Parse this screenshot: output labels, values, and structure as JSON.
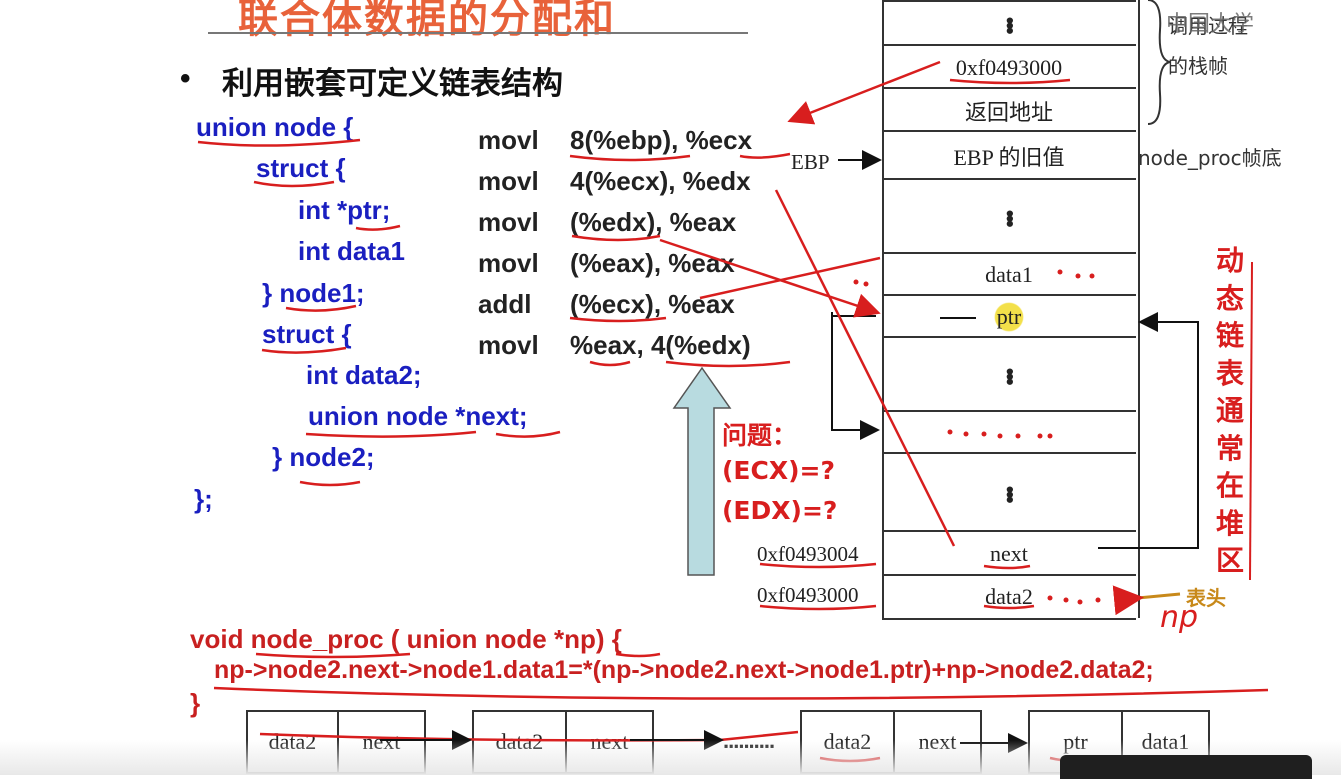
{
  "slide": {
    "title": "联合体数据的分配和",
    "bullet": "•",
    "subtitle": "利用嵌套可定义链表结构"
  },
  "code": {
    "lines": [
      "union node {",
      "struct {",
      "int *ptr;",
      "int data1",
      "} node1;",
      "struct {",
      "int data2;",
      "union node *next;",
      "} node2;",
      "};"
    ]
  },
  "asm": {
    "lines": [
      {
        "op": "movl",
        "args": "8(%ebp), %ecx"
      },
      {
        "op": "movl",
        "args": "4(%ecx), %edx"
      },
      {
        "op": "movl",
        "args": "(%edx), %eax"
      },
      {
        "op": "movl",
        "args": "(%eax), %eax"
      },
      {
        "op": "addl",
        "args": "(%ecx), %eax"
      },
      {
        "op": "movl",
        "args": "%eax, 4(%edx)"
      }
    ]
  },
  "question": {
    "title": "问题：",
    "q1": "(ECX)=?",
    "q2": "(EDX)=?"
  },
  "stack": {
    "cells": {
      "addr": "0xf0493000",
      "ret": "返回地址",
      "old_ebp": "EBP 的旧值",
      "data1": "data1",
      "ptr": "ptr",
      "next": "next",
      "data2": "data2"
    },
    "ebp_label": "EBP",
    "frame_bottom": "node_proc帧底",
    "caller_frame": "的栈帧",
    "caller_proc": "调用过程",
    "addr_next": "0xf0493004",
    "addr_data2": "0xf0493000",
    "head_label": "表头",
    "np_annotation": "np"
  },
  "dynamic_note": [
    "动",
    "态",
    "链",
    "表",
    "通",
    "常",
    "在",
    "堆",
    "区"
  ],
  "func": {
    "line1": "void node_proc ( union node *np) {",
    "line2": "np->node2.next->node1.data1=*(np->node2.next->node1.ptr)+np->node2.data2;",
    "line3": "}"
  },
  "list": {
    "nodes": [
      {
        "a": "data2",
        "b": "next"
      },
      {
        "a": "data2",
        "b": "next"
      },
      {
        "a": "data2",
        "b": "next"
      },
      {
        "a": "ptr",
        "b": "data1"
      }
    ],
    "ellipsis": ".........."
  },
  "watermark": "中国大学",
  "colors": {
    "code_blue": "#1a1fc0",
    "annotation_red": "#d81e1e",
    "title_orange": "#e8623a",
    "arrow_fill": "#b8dbe0",
    "highlight_yellow": "#f3e04a"
  }
}
